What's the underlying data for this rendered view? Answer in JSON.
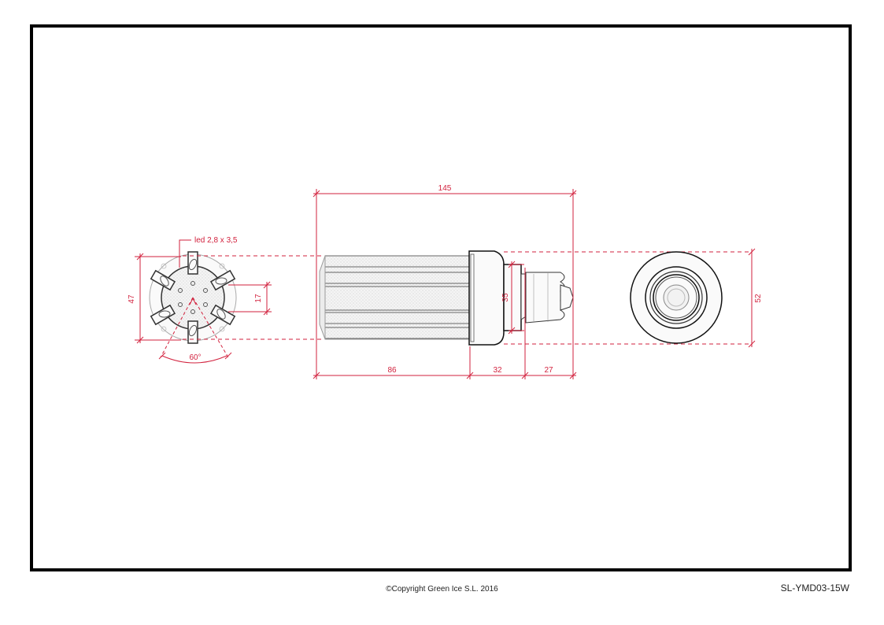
{
  "drawing": {
    "dimensions": {
      "overall_length": "145",
      "body_length": "86",
      "collar_length": "32",
      "base_length": "27",
      "base_diameter": "35",
      "end_diameter": "52",
      "front_diameter": "47",
      "fin_spacing": "17",
      "fin_angle": "60°",
      "led_size": "led 2,8 x 3,5"
    },
    "colors": {
      "dimension": "#d2223e",
      "outline": "#111111",
      "frame": "#000000"
    }
  },
  "footer": {
    "copyright": "©Copyright Green Ice S.L. 2016",
    "model": "SL-YMD03-15W"
  }
}
